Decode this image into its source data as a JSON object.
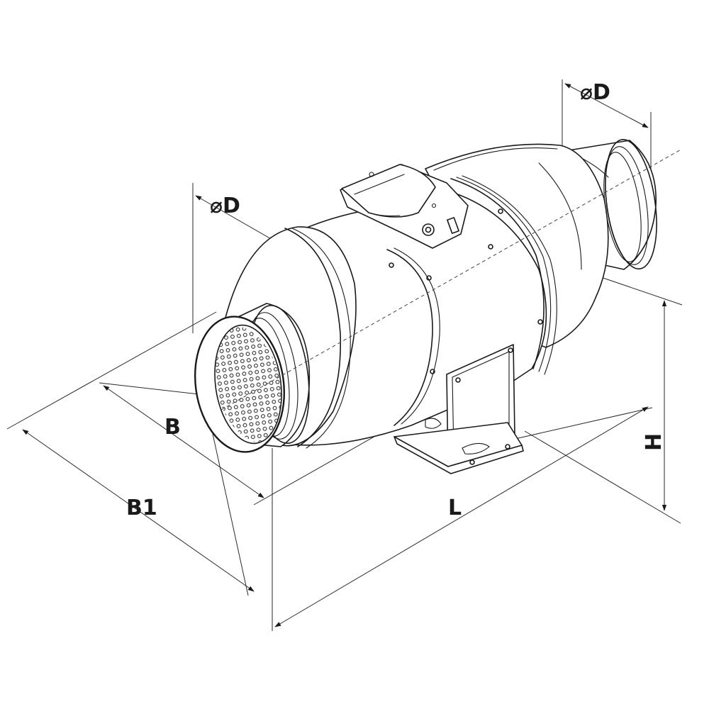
{
  "diagram": {
    "labels": {
      "diameter_left": "⌀D",
      "diameter_right": "⌀D",
      "width_b": "B",
      "width_b1": "B1",
      "length_l": "L",
      "height_h": "H"
    },
    "colors": {
      "stroke": "#1a1a1a",
      "background": "#ffffff"
    }
  }
}
